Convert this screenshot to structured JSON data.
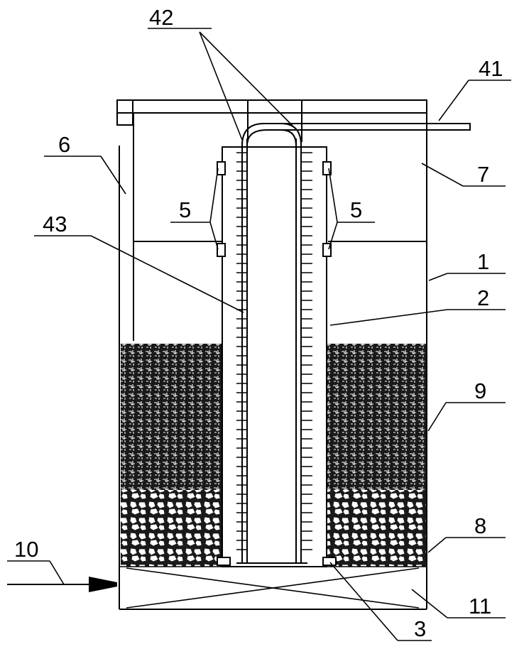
{
  "labels": {
    "l1": "1",
    "l2": "2",
    "l3": "3",
    "l5a": "5",
    "l5b": "5",
    "l6": "6",
    "l7": "7",
    "l8": "8",
    "l9": "9",
    "l10": "10",
    "l11": "11",
    "l41": "41",
    "l42": "42",
    "l43": "43"
  },
  "colors": {
    "line": "#000000",
    "media": "#111111",
    "background": "#ffffff"
  }
}
